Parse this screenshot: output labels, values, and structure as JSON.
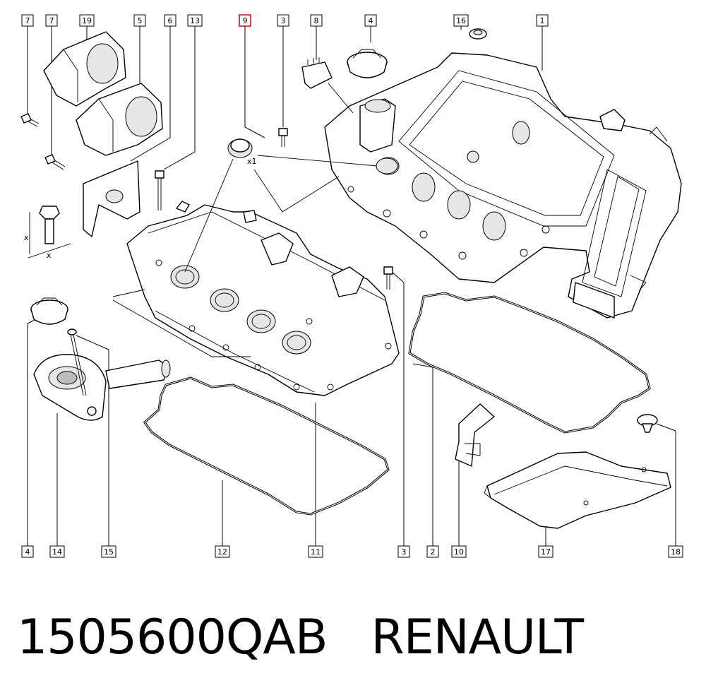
{
  "callouts_top": [
    "7",
    "7",
    "19",
    "5",
    "6",
    "13",
    "9",
    "3",
    "8",
    "4",
    "16",
    "1"
  ],
  "callouts_bottom": [
    "4",
    "14",
    "15",
    "12",
    "11",
    "3",
    "2",
    "10",
    "17",
    "18"
  ],
  "highlighted_callout": "9",
  "quantity_note": "x1",
  "dimension_marks": [
    "x",
    "x"
  ],
  "caption": {
    "part_number": "1505600QAB",
    "brand": "RENAULT"
  },
  "colors": {
    "highlight_border": "#e00000",
    "line": "#000000",
    "background": "#ffffff"
  }
}
